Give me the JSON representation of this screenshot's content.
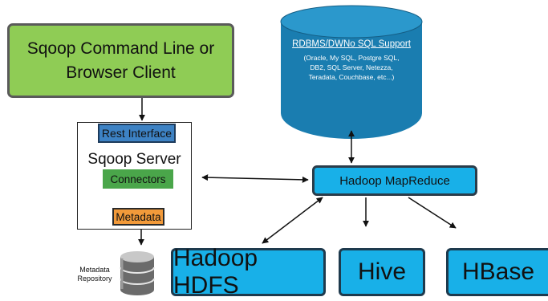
{
  "client": {
    "line1": "Sqoop Command Line or",
    "line2": "Browser Client"
  },
  "server": {
    "title": "Sqoop Server",
    "rest_interface": "Rest Interface",
    "connectors": "Connectors",
    "metadata": "Metadata"
  },
  "database": {
    "title": "RDBMS/DWNo SQL Support",
    "details": [
      "(Oracle, My SQL, Postgre SQL,",
      "DB2, SQL Server, Netezza,",
      "Teradata, Couchbase, etc...)"
    ]
  },
  "mapreduce": {
    "label": "Hadoop MapReduce"
  },
  "repository": {
    "line1": "Metadata",
    "line2": "Repository"
  },
  "targets": {
    "hdfs": "Hadoop HDFS",
    "hive": "Hive",
    "hbase": "HBase"
  },
  "colors": {
    "client_fill": "#8fcc55",
    "cylinder_fill": "#1a7db0",
    "rest_interface_fill": "#3d82c4",
    "connectors_fill": "#4aa64a",
    "metadata_fill": "#f29a3a",
    "hadoop_fill": "#18b0e8"
  }
}
